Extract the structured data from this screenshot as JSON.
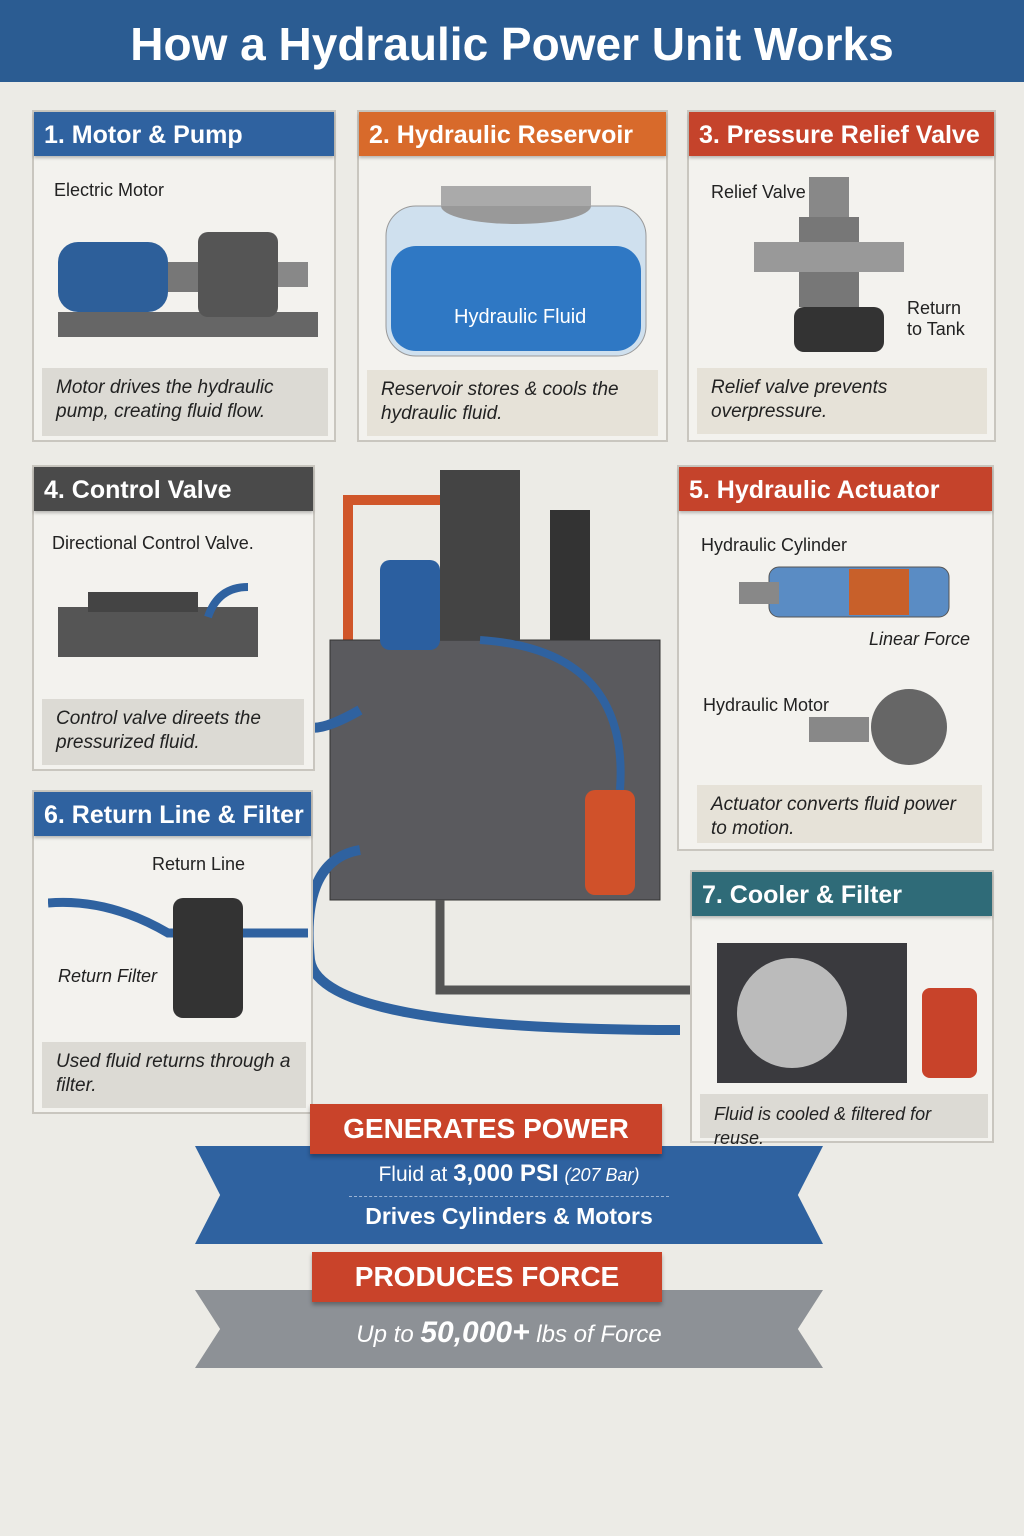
{
  "title": "How a Hydraulic Power Unit Works",
  "panels": {
    "p1": {
      "header": "1. Motor & Pump",
      "label": "Electric Motor",
      "caption": "Motor drives the hydraulic pump, creating fluid flow."
    },
    "p2": {
      "header": "2. Hydraulic Reservoir",
      "label": "Hydraulic Fluid",
      "caption": "Reservoir stores & cools the hydraulic fluid."
    },
    "p3": {
      "header": "3. Pressure Relief Valve",
      "label": "Relief Valve",
      "label2": "Return to Tank",
      "caption": "Relief valve prevents overpressure."
    },
    "p4": {
      "header": "4. Control Valve",
      "label": "Directional Control Valve.",
      "caption": "Control valve direets the pressurized fluid."
    },
    "p5": {
      "header": "5. Hydraulic Actuator",
      "label": "Hydraulic Cylinder",
      "label2": "Linear Force",
      "label3": "Hydraulic Motor",
      "caption": "Actuator converts fluid power to motion."
    },
    "p6": {
      "header": "6. Return Line & Filter",
      "label": "Return Line",
      "label2": "Return Filter",
      "caption": "Used fluid returns through a filter."
    },
    "p7": {
      "header": "7. Cooler & Filter",
      "caption": "Fluid is cooled & filtered for reuse."
    }
  },
  "banners": {
    "power": {
      "ribbon": "GENERATES POWER",
      "line1_prefix": "Fluid at",
      "line1_value": "3,000 PSI",
      "line1_suffix": "(207 Bar)",
      "line2": "Drives Cylinders & Motors"
    },
    "force": {
      "ribbon": "PRODUCES FORCE",
      "prefix": "Up to",
      "value": "50,000+",
      "suffix": "lbs of Force"
    }
  }
}
